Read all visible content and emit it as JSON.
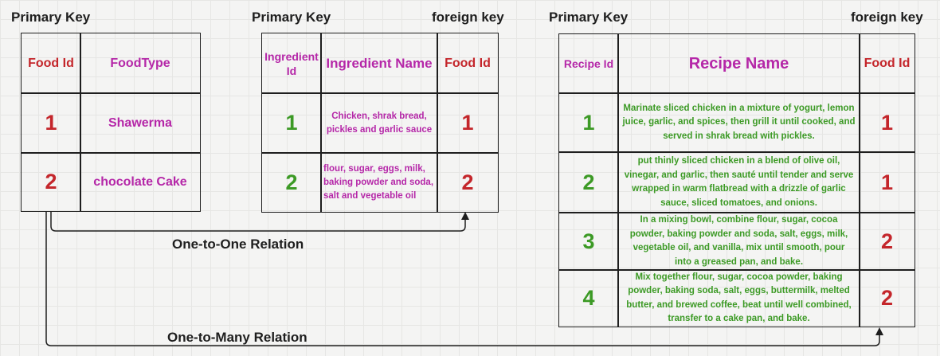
{
  "labels": {
    "pk1": "Primary Key",
    "pk2": "Primary Key",
    "fk2": "foreign key",
    "pk3": "Primary Key",
    "fk3": "foreign key",
    "rel_one": "One-to-One Relation",
    "rel_many": "One-to-Many Relation"
  },
  "food_table": {
    "headers": [
      "Food Id",
      "FoodType"
    ],
    "rows": [
      {
        "id": "1",
        "type": "Shawerma"
      },
      {
        "id": "2",
        "type": "chocolate Cake"
      }
    ]
  },
  "ingredient_table": {
    "headers": [
      "Ingredient Id",
      "Ingredient Name",
      "Food Id"
    ],
    "rows": [
      {
        "id": "1",
        "name": "Chicken, shrak bread, pickles and garlic sauce",
        "food_id": "1"
      },
      {
        "id": "2",
        "name": "flour, sugar, eggs, milk, baking powder and soda, salt and vegetable oil",
        "food_id": "2"
      }
    ]
  },
  "recipe_table": {
    "headers": [
      "Recipe Id",
      "Recipe Name",
      "Food Id"
    ],
    "rows": [
      {
        "id": "1",
        "name": "Marinate sliced chicken in a mixture of yogurt, lemon juice, garlic, and spices, then grill it until cooked, and served in shrak bread with pickles.",
        "food_id": "1"
      },
      {
        "id": "2",
        "name": "put thinly sliced chicken in a blend of olive oil, vinegar, and garlic, then sauté until tender and serve wrapped in warm flatbread with a drizzle of garlic sauce, sliced tomatoes, and onions.",
        "food_id": "1"
      },
      {
        "id": "3",
        "name": "In a mixing bowl, combine flour, sugar, cocoa powder, baking powder and soda, salt, eggs, milk, vegetable oil, and vanilla, mix until smooth, pour into a greased pan, and bake.",
        "food_id": "2"
      },
      {
        "id": "4",
        "name": "Mix together flour, sugar, cocoa powder, baking powder, baking soda, salt, eggs, buttermilk, melted butter, and brewed coffee, beat until well combined, transfer to a cake pan, and bake.",
        "food_id": "2"
      }
    ]
  },
  "colors": {
    "id_red": "#c4262b",
    "text_pink": "#b527a8",
    "text_green": "#3c9a25",
    "stroke": "#1e1e1e"
  }
}
